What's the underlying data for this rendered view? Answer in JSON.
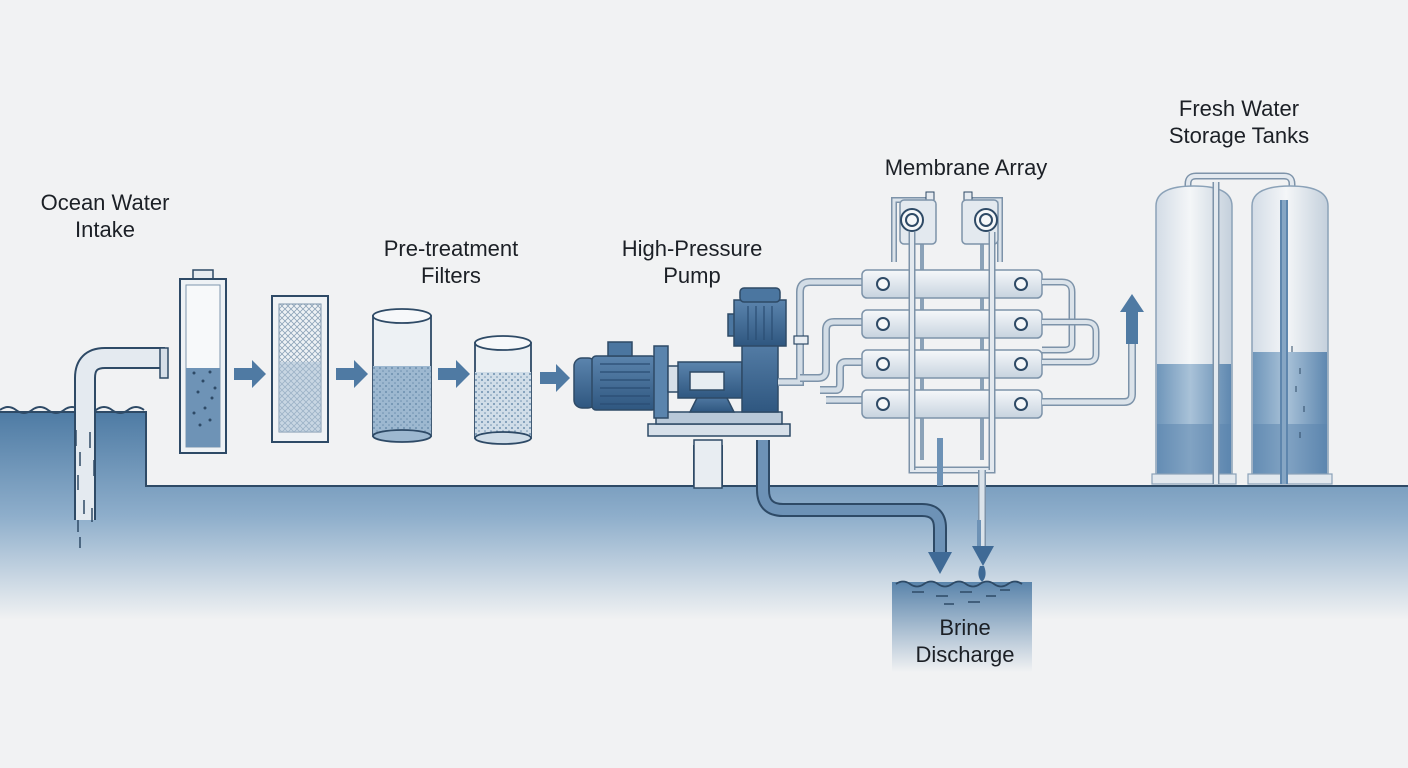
{
  "labels": {
    "ocean_intake": [
      "Ocean Water",
      "Intake"
    ],
    "pretreatment": [
      "Pre-treatment",
      "Filters"
    ],
    "pump": [
      "High-Pressure",
      "Pump"
    ],
    "membrane": [
      "Membrane Array"
    ],
    "fresh_water": [
      "Fresh Water",
      "Storage Tanks"
    ],
    "brine": [
      "Brine",
      "Discharge"
    ]
  },
  "colors": {
    "background": "#f1f2f3",
    "water": "#4d7aa3",
    "water_light": "#8fb0cc",
    "outline": "#2e4a66",
    "equipment": "#3f6a96",
    "pipe": "#b7c6d4",
    "tank": "#e3e8ee"
  }
}
